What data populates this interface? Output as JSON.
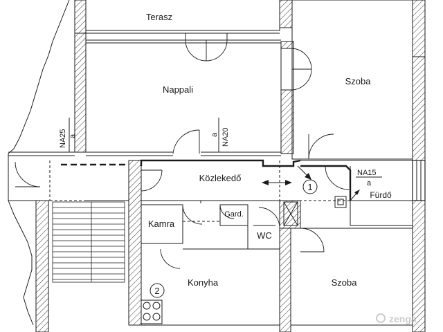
{
  "rooms": {
    "terasz": "Terasz",
    "nappali": "Nappali",
    "szoba_top": "Szoba",
    "kozlekedo": "Közlekedő",
    "furdo": "Fürdő",
    "kamra": "Kamra",
    "gard": "Gard.",
    "wc": "WC",
    "konyha": "Konyha",
    "szoba_bottom": "Szoba"
  },
  "markers": {
    "na25": "NA25",
    "na25_sub": "a",
    "na20": "NA20",
    "na20_sub": "a",
    "na15": "NA15",
    "na15_sub": "a",
    "circle_1": "1",
    "circle_2": "2"
  },
  "watermark": "zenga"
}
